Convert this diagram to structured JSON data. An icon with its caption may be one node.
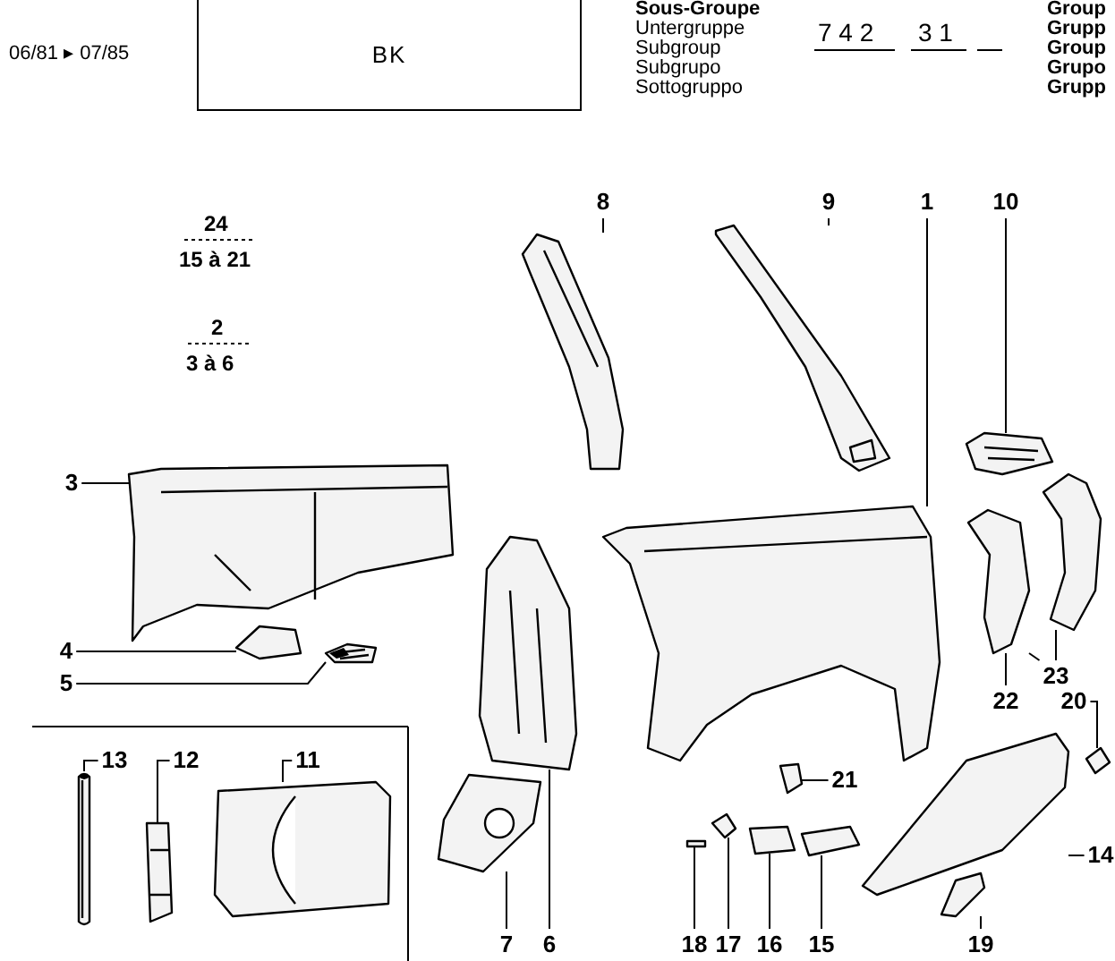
{
  "diagram": {
    "nodes": [
      {
        "text": [
          "BK"
        ]
      },
      {
        "text": [
          "8"
        ]
      },
      {
        "text": [],
        "shape": "picture"
      },
      {
        "text": [
          "9"
        ]
      },
      {
        "text": [],
        "shape": "picture"
      },
      {
        "text": [
          "1"
        ]
      },
      {
        "text": [],
        "shape": "picture"
      },
      {
        "text": [
          "10"
        ]
      },
      {
        "text": [],
        "shape": "picture"
      },
      {
        "text": [
          "3"
        ]
      },
      {
        "text": [],
        "shape": "picture"
      },
      {
        "text": [
          "4"
        ]
      },
      {
        "text": [],
        "shape": "picture"
      },
      {
        "text": [
          "5"
        ]
      },
      {
        "text": [],
        "shape": "picture"
      },
      {
        "text": [
          "23"
        ]
      },
      {
        "text": [],
        "shape": "picture"
      },
      {
        "text": [
          "22"
        ]
      },
      {
        "text": [],
        "shape": "picture"
      },
      {
        "text": [
          "20"
        ]
      },
      {
        "text": [],
        "shape": "picture"
      },
      {
        "text": [
          "21"
        ]
      },
      {
        "text": [],
        "shape": "picture"
      },
      {
        "text": [
          "13"
        ]
      },
      {
        "text": [],
        "shape": "picture"
      },
      {
        "text": [
          "12"
        ]
      },
      {
        "text": [],
        "shape": "picture"
      },
      {
        "text": [
          "11"
        ]
      },
      {
        "text": [],
        "shape": "picture"
      },
      {
        "text": [
          "14"
        ]
      },
      {
        "text": [],
        "shape": "picture"
      },
      {
        "text": [
          "7"
        ]
      },
      {
        "text": [],
        "shape": "picture"
      },
      {
        "text": [
          "6"
        ]
      },
      {
        "text": [],
        "shape": "picture"
      },
      {
        "text": [
          "18"
        ]
      },
      {
        "text": [],
        "shape": "picture"
      },
      {
        "text": [
          "17"
        ]
      },
      {
        "text": [],
        "shape": "picture"
      },
      {
        "text": [
          "16"
        ]
      },
      {
        "text": [],
        "shape": "picture"
      },
      {
        "text": [
          "15"
        ]
      },
      {
        "text": [],
        "shape": "picture"
      },
      {
        "text": [
          "19"
        ]
      },
      {
        "text": [],
        "shape": "picture"
      }
    ],
    "edges": [
      {
        "from": 1,
        "to": 2,
        "arrow": "none"
      },
      {
        "from": 3,
        "to": 4,
        "arrow": "none"
      },
      {
        "from": 5,
        "to": 6,
        "arrow": "none"
      },
      {
        "from": 7,
        "to": 8,
        "arrow": "none"
      },
      {
        "from": 9,
        "to": 10,
        "arrow": "none"
      },
      {
        "from": 11,
        "to": 12,
        "arrow": "none"
      },
      {
        "from": 13,
        "to": 14,
        "arrow": "none"
      },
      {
        "from": 15,
        "to": 16,
        "arrow": "none"
      },
      {
        "from": 15,
        "to": 18,
        "arrow": "none"
      },
      {
        "from": 17,
        "to": 18,
        "arrow": "none"
      },
      {
        "from": 19,
        "to": 20,
        "arrow": "none"
      },
      {
        "from": 21,
        "to": 22,
        "arrow": "none"
      },
      {
        "from": 23,
        "to": 24,
        "arrow": "none"
      },
      {
        "from": 25,
        "to": 26,
        "arrow": "none"
      },
      {
        "from": 27,
        "to": 28,
        "arrow": "none"
      },
      {
        "from": 29,
        "to": 30,
        "arrow": "none"
      },
      {
        "from": 31,
        "to": 32,
        "arrow": "none"
      },
      {
        "from": 33,
        "to": 34,
        "arrow": "none"
      },
      {
        "from": 35,
        "to": 36,
        "arrow": "none"
      },
      {
        "from": 37,
        "to": 38,
        "arrow": "none"
      },
      {
        "from": 39,
        "to": 40,
        "arrow": "none"
      },
      {
        "from": 41,
        "to": 42,
        "arrow": "none"
      },
      {
        "from": 43,
        "to": 44,
        "arrow": "none"
      }
    ],
    "labels": [
      "06/81 ▸ 07/85",
      "Sous-Groupe",
      "Untergruppe",
      "Subgroup",
      "Subgrupo",
      "Sottogruppo",
      "7 4 2",
      "3 1",
      "Group",
      "Grupp",
      "Group",
      "Grupo",
      "Grupp",
      "24",
      "15 à 21",
      "2",
      "3 à 6"
    ]
  }
}
